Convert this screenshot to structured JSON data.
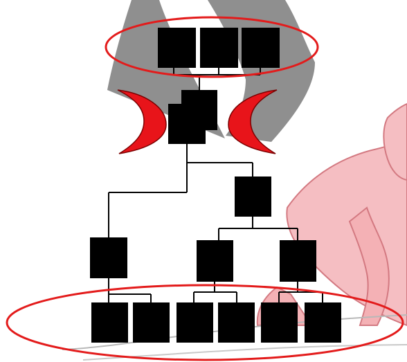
{
  "diagram": {
    "colors": {
      "background": "#ffffff",
      "band": "#8f8f8f",
      "box": "#000000",
      "connector": "#000000",
      "ellipse": "#e31b1b",
      "crescent_fill": "#e8141a",
      "crescent_edge": "#7a0000",
      "figure_fill": "#f5b8bc",
      "figure_edge": "#cf6b74",
      "floor_line": "#b8b8b8"
    },
    "elements": {
      "gray_band": "curved-gray-band",
      "figure": "pink-seated-figure",
      "top_ellipse": "red-outline-ellipse",
      "bottom_ellipse": "red-outline-ellipse",
      "crescents": "red-crescent-brackets"
    },
    "boxes": {
      "top_row_count": 3,
      "bottom_row_count": 6,
      "label": ""
    }
  }
}
